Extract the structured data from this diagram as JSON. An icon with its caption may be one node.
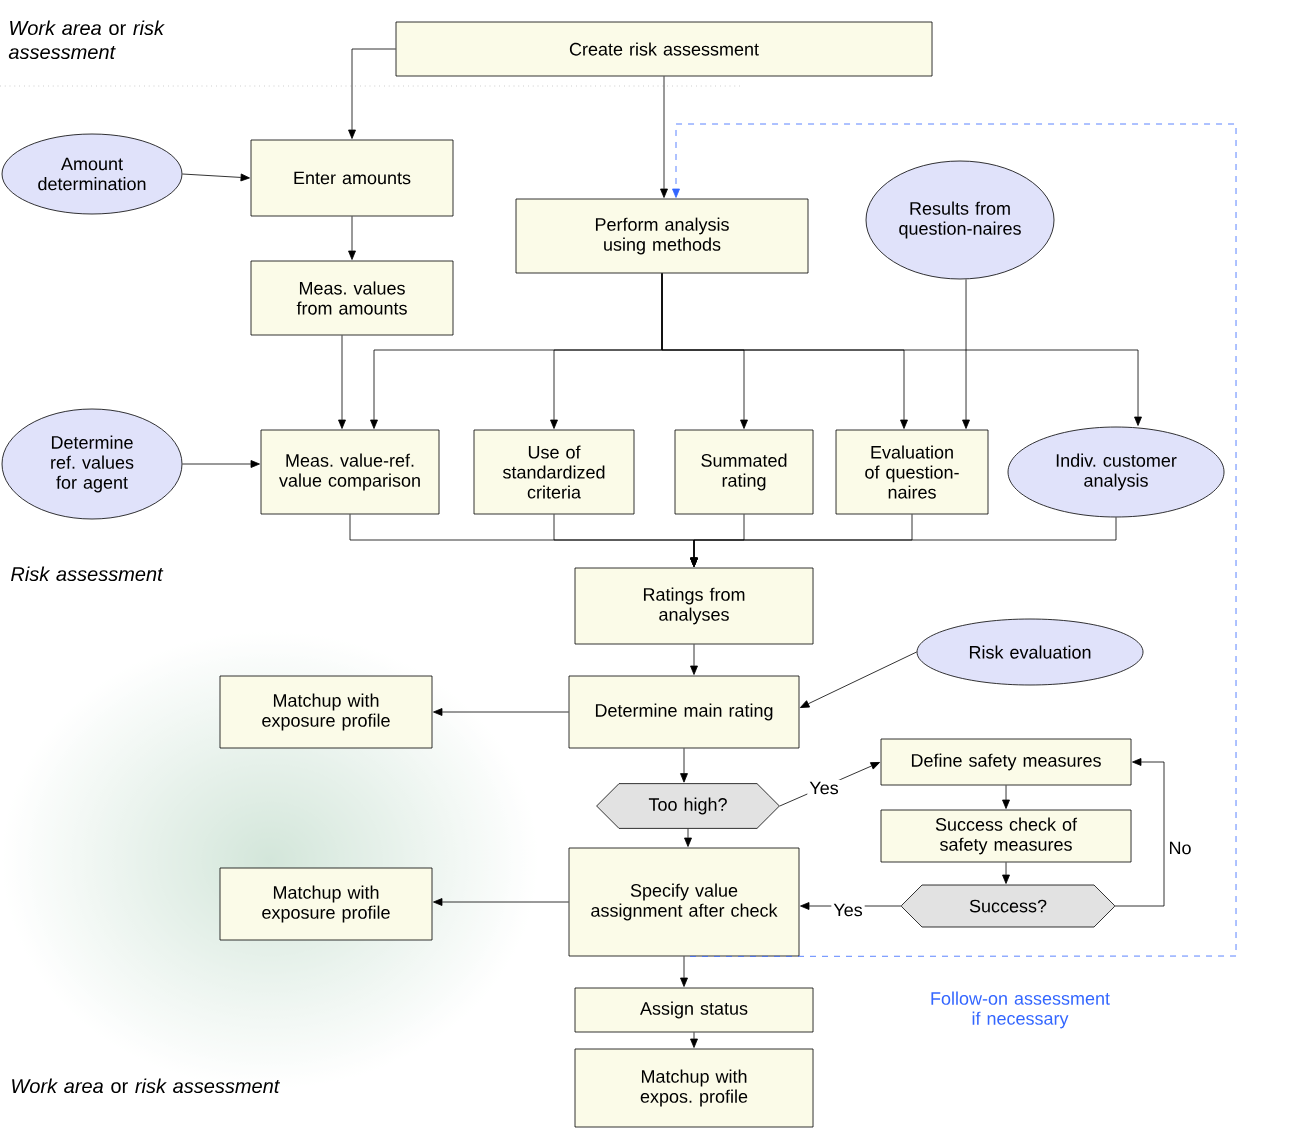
{
  "diagram": {
    "nodes": [
      {
        "text": [
          "Create risk assessment"
        ]
      },
      {
        "text": [
          "Amount determination"
        ]
      },
      {
        "text": [
          "Enter amounts"
        ]
      },
      {
        "text": [
          "Perform analysis using methods"
        ]
      },
      {
        "text": [
          "Results from question-naires"
        ]
      },
      {
        "text": [
          "Meas. values from amounts"
        ]
      },
      {
        "text": [
          "Determine ref. values for agent"
        ]
      },
      {
        "text": [
          "Meas. value-ref. value comparison"
        ]
      },
      {
        "text": [
          "Use of standardized criteria"
        ]
      },
      {
        "text": [
          "Summated rating"
        ]
      },
      {
        "text": [
          "Evaluation of question-naires"
        ]
      },
      {
        "text": [
          "Indiv. customer analysis"
        ]
      },
      {
        "text": [
          "Ratings from analyses"
        ]
      },
      {
        "text": [
          "Risk evaluation"
        ]
      },
      {
        "text": [
          "Matchup with exposure profile"
        ]
      },
      {
        "text": [
          "Determine main rating"
        ]
      },
      {
        "text": [
          "Too high?"
        ]
      },
      {
        "text": [
          "Define safety measures"
        ]
      },
      {
        "text": [
          "Success check of safety measures"
        ]
      },
      {
        "text": [
          "Success?"
        ]
      },
      {
        "text": [
          "Matchup with exposure profile"
        ]
      },
      {
        "text": [
          "Specify value assignment after check"
        ]
      },
      {
        "text": [
          "Assign status"
        ]
      },
      {
        "text": [
          "Matchup with expos. profile"
        ]
      }
    ],
    "edges": [
      {
        "from": 0,
        "to": 2,
        "arrow": "to"
      },
      {
        "from": 0,
        "to": 3,
        "arrow": "to"
      },
      {
        "from": 1,
        "to": 2,
        "arrow": "to"
      },
      {
        "from": 2,
        "to": 5,
        "arrow": "to"
      },
      {
        "from": 5,
        "to": 7,
        "arrow": "to"
      },
      {
        "from": 3,
        "to": 7,
        "arrow": "to"
      },
      {
        "from": 3,
        "to": 8,
        "arrow": "to"
      },
      {
        "from": 3,
        "to": 9,
        "arrow": "to"
      },
      {
        "from": 3,
        "to": 10,
        "arrow": "to"
      },
      {
        "from": 3,
        "to": 11,
        "arrow": "to"
      },
      {
        "from": 4,
        "to": 10,
        "arrow": "to"
      },
      {
        "from": 6,
        "to": 7,
        "arrow": "to"
      },
      {
        "from": 7,
        "to": 12,
        "arrow": "to"
      },
      {
        "from": 8,
        "to": 12,
        "arrow": "to"
      },
      {
        "from": 9,
        "to": 12,
        "arrow": "to"
      },
      {
        "from": 10,
        "to": 12,
        "arrow": "to"
      },
      {
        "from": 11,
        "to": 12,
        "arrow": "to"
      },
      {
        "from": 12,
        "to": 15,
        "arrow": "to"
      },
      {
        "from": 13,
        "to": 15,
        "arrow": "to"
      },
      {
        "from": 15,
        "to": 14,
        "arrow": "to"
      },
      {
        "from": 15,
        "to": 16,
        "arrow": "to"
      },
      {
        "from": 16,
        "to": 17,
        "arrow": "to",
        "label": "Yes"
      },
      {
        "from": 17,
        "to": 18,
        "arrow": "to"
      },
      {
        "from": 18,
        "to": 19,
        "arrow": "to"
      },
      {
        "from": 19,
        "to": 17,
        "arrow": "to",
        "label": "No"
      },
      {
        "from": 19,
        "to": 21,
        "arrow": "to",
        "label": "Yes"
      },
      {
        "from": 16,
        "to": 21,
        "arrow": "to"
      },
      {
        "from": 21,
        "to": 20,
        "arrow": "to"
      },
      {
        "from": 21,
        "to": 22,
        "arrow": "to"
      },
      {
        "from": 22,
        "to": 23,
        "arrow": "to"
      },
      {
        "from": 21,
        "to": 3,
        "arrow": "to",
        "style": "dashed",
        "color": "#3366ff",
        "label": "Follow-on assessment if necessary"
      }
    ],
    "labels": [
      "*Work area* or *risk assessment*",
      "Risk assessment",
      "*Work area* or *risk assessment*"
    ]
  }
}
